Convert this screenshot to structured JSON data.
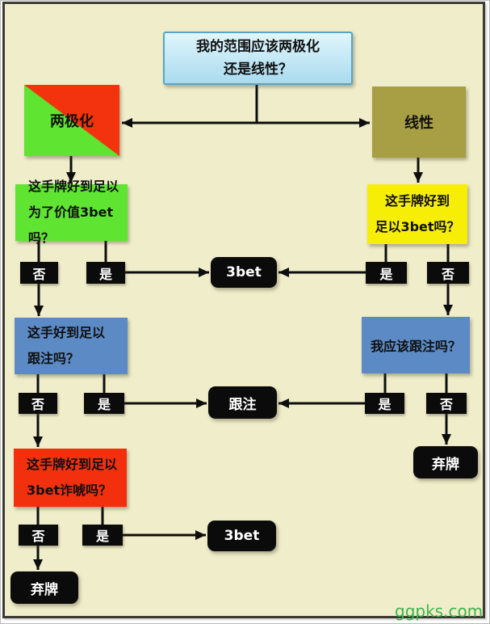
{
  "page": {
    "background_color": "#f0edca",
    "frame_color": "#3c3b32",
    "watermark": "ggpks.com",
    "watermark_color": "#3cb54a"
  },
  "flowchart": {
    "line_color": "#0d0d0d",
    "labels": {
      "yes": "是",
      "no": "否"
    },
    "nodes": {
      "root": {
        "line1": "我的范围应该两极化",
        "line2": "还是线性？",
        "fill_top": "#e0f6fc",
        "fill_bottom": "#a9dbef",
        "border_color": "#56a4ca"
      },
      "polarized": {
        "label": "两极化",
        "color_top_right": "#f2330d",
        "color_bottom_left": "#5fe431"
      },
      "linear": {
        "label": "线性",
        "color": "#a89f44"
      },
      "q_value_3bet": {
        "line1": "这手牌好到足以",
        "line2": "为了价值3bet吗？",
        "color": "#5fe431"
      },
      "q_good_3bet": {
        "line1": "这手牌好到",
        "line2": "足以3bet吗？",
        "color": "#f7ee07"
      },
      "q_call_left": {
        "line1": "这手好到足以",
        "line2": "跟注吗？",
        "color": "#5b8ac5"
      },
      "q_call_right": {
        "label": "我应该跟注吗？",
        "color": "#5b8ac5"
      },
      "q_bluff_3bet": {
        "line1": "这手牌好到足以",
        "line2": "3bet诈唬吗？",
        "color": "#f2300d"
      },
      "action_3bet_top": {
        "label": "3bet",
        "color": "#0b0b0b"
      },
      "action_call": {
        "label": "跟注",
        "color": "#0b0b0b"
      },
      "action_fold_right": {
        "label": "弃牌",
        "color": "#0b0b0b"
      },
      "action_3bet_bottom": {
        "label": "3bet",
        "color": "#0b0b0b"
      },
      "action_fold_bottom": {
        "label": "弃牌",
        "color": "#0b0b0b"
      }
    }
  }
}
